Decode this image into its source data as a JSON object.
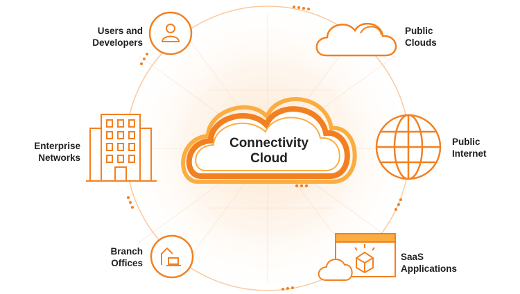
{
  "center": {
    "title": "Connectivity\nCloud"
  },
  "nodes": [
    {
      "id": "users",
      "label": "Users and\nDevelopers",
      "icon": "user-icon"
    },
    {
      "id": "public-clouds",
      "label": "Public\nClouds",
      "icon": "cloud-icon"
    },
    {
      "id": "enterprise",
      "label": "Enterprise\nNetworks",
      "icon": "building-icon"
    },
    {
      "id": "public-internet",
      "label": "Public\nInternet",
      "icon": "globe-icon"
    },
    {
      "id": "branch",
      "label": "Branch\nOffices",
      "icon": "home-laptop-icon"
    },
    {
      "id": "saas",
      "label": "SaaS\nApplications",
      "icon": "app-window-box-icon"
    }
  ],
  "colors": {
    "orange": "#f38020",
    "orange_light": "#fbad41",
    "glow": "#fde3c9",
    "ring": "#f9caa0",
    "text": "#1f1f1f"
  }
}
